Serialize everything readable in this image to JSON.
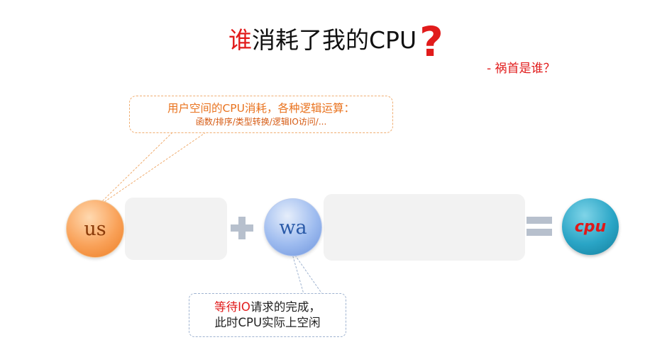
{
  "title": {
    "highlight": "谁",
    "rest": "消耗了我的CPU",
    "mark": "?"
  },
  "subtitle": "- 祸首是谁？",
  "us_callout": {
    "line1": "用户空间的CPU消耗，各种逻辑运算：",
    "line2": "函数/排序/类型转换/逻辑IO访问/..."
  },
  "wa_callout": {
    "line1_pre": "等待",
    "line1_highlight": "IO",
    "line1_post": "请求的完成，",
    "line2": "此时CPU实际上空闲"
  },
  "nodes": {
    "us": "us",
    "wa": "wa",
    "cpu": "cpu"
  },
  "colors": {
    "accent_red": "#e11b1b",
    "us_orange": "#f9a158",
    "wa_blue": "#9dbbef",
    "cpu_teal": "#2aa5c6",
    "operator_gray": "#b7c0cd"
  }
}
